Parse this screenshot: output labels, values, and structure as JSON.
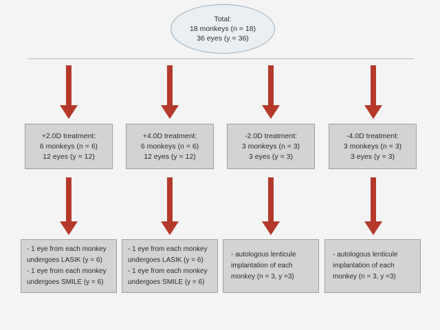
{
  "diagram": {
    "title_node": {
      "shape": "ellipse",
      "lines": [
        "Total:",
        "18 monkeys (n = 18)",
        "36 eyes (y = 36)"
      ]
    },
    "colors": {
      "background": "#f4f4f4",
      "arrow": "#b5392b",
      "box_fill": "#d3d3d5",
      "box_border": "#9d9d9f",
      "ellipse_fill": "#e9eff3",
      "ellipse_border": "#9aa8b4",
      "connector_line": "#b6b6b6"
    },
    "treatment_groups": [
      {
        "id": "plus-2-0d",
        "lines": [
          "+2.0D treatment:",
          "6 monkeys (n = 6)",
          "12 eyes (y = 12)"
        ],
        "outcome_lines": [
          "- 1 eye from each monkey",
          "undergoes LASIK (y = 6)",
          "- 1 eye from each monkey",
          "undergoes SMILE (y = 6)"
        ]
      },
      {
        "id": "plus-4-0d",
        "lines": [
          "+4.0D treatment:",
          "6 monkeys (n = 6)",
          "12 eyes (y = 12)"
        ],
        "outcome_lines": [
          "- 1 eye from each monkey",
          "undergoes LASIK (y = 6)",
          "- 1 eye from each monkey",
          "undergoes SMILE (y = 6)"
        ]
      },
      {
        "id": "minus-2-0d",
        "lines": [
          "-2.0D treatment:",
          "3 monkeys (n = 3)",
          "3 eyes (y = 3)"
        ],
        "outcome_lines": [
          "- autologous lenticule",
          "implantation of each",
          "monkey (n = 3, y =3)"
        ]
      },
      {
        "id": "minus-4-0d",
        "lines": [
          "-4.0D treatment:",
          "3 monkeys (n = 3)",
          "3 eyes (y = 3)"
        ],
        "outcome_lines": [
          "- autologous lenticule",
          "implantation of each",
          "monkey (n = 3, y =3)"
        ]
      }
    ]
  }
}
